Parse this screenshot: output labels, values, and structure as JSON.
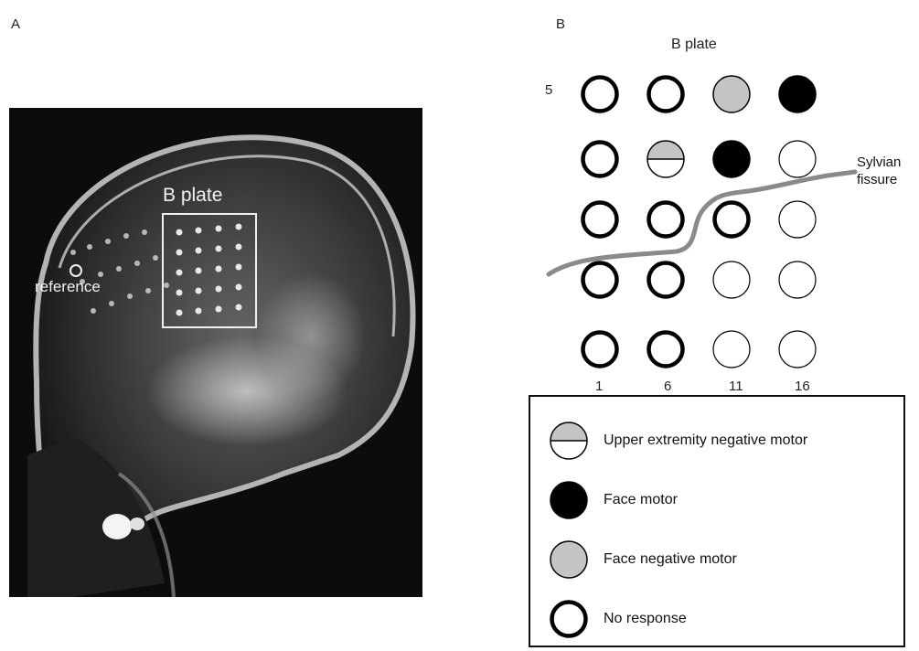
{
  "panel_a": {
    "letter": "A",
    "plate_label": "B plate",
    "reference_label": "reference"
  },
  "panel_b": {
    "letter": "B",
    "title": "B plate",
    "row_label_top": "5",
    "column_labels": [
      "1",
      "6",
      "11",
      "16"
    ],
    "fissure_label_line1": "Sylvian",
    "fissure_label_line2": "fissure",
    "grid": [
      [
        "none",
        "none",
        "face_negative_motor",
        "face_motor"
      ],
      [
        "none",
        "upper_extremity_negative_motor",
        "face_motor",
        "untested"
      ],
      [
        "none",
        "none",
        "none",
        "untested"
      ],
      [
        "none",
        "none",
        "untested",
        "untested"
      ],
      [
        "none",
        "none",
        "untested",
        "untested"
      ]
    ],
    "legend": [
      {
        "key": "upper_extremity_negative_motor",
        "label": "Upper extremity negative motor"
      },
      {
        "key": "face_motor",
        "label": "Face motor"
      },
      {
        "key": "face_negative_motor",
        "label": "Face negative motor"
      },
      {
        "key": "none",
        "label": "No response"
      }
    ],
    "colors": {
      "face_motor": "#000000",
      "face_negative_motor": "#c4c4c4",
      "fissure_line": "#8a8a8a",
      "outline": "#000000"
    }
  }
}
